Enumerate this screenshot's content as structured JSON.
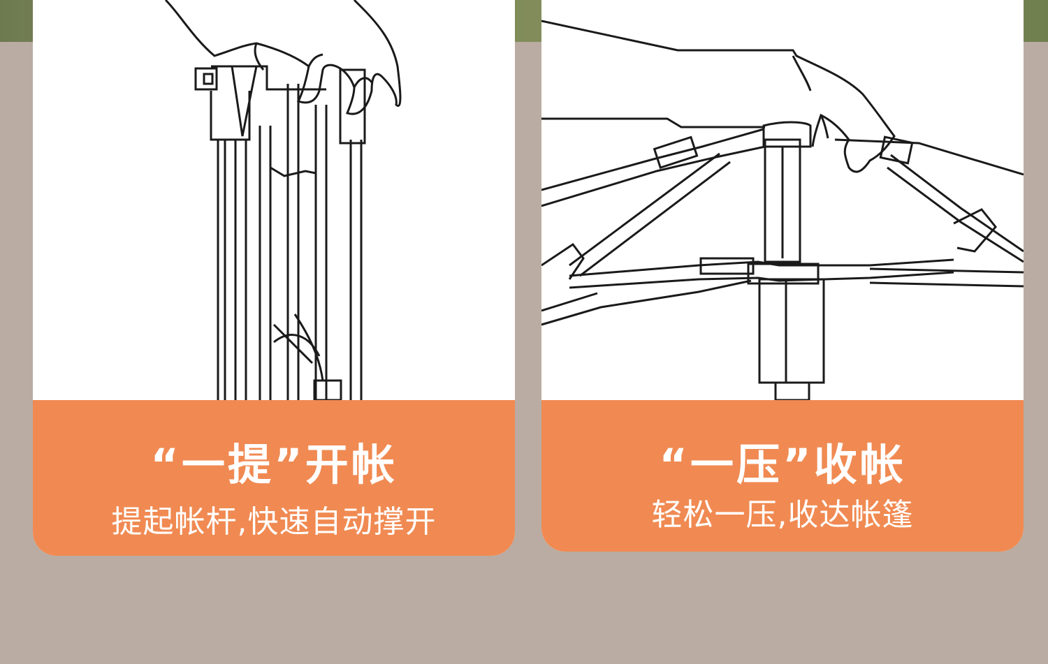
{
  "panels": [
    {
      "title": "“一提”开帐",
      "subtitle": "提起帐杆,快速自动撑开"
    },
    {
      "title": "“一压”收帐",
      "subtitle": "轻松一压,收达帐篷"
    }
  ],
  "colors": {
    "caption_bg": "#f08a52",
    "page_bg": "#baaca2",
    "card_bg": "#ffffff"
  }
}
